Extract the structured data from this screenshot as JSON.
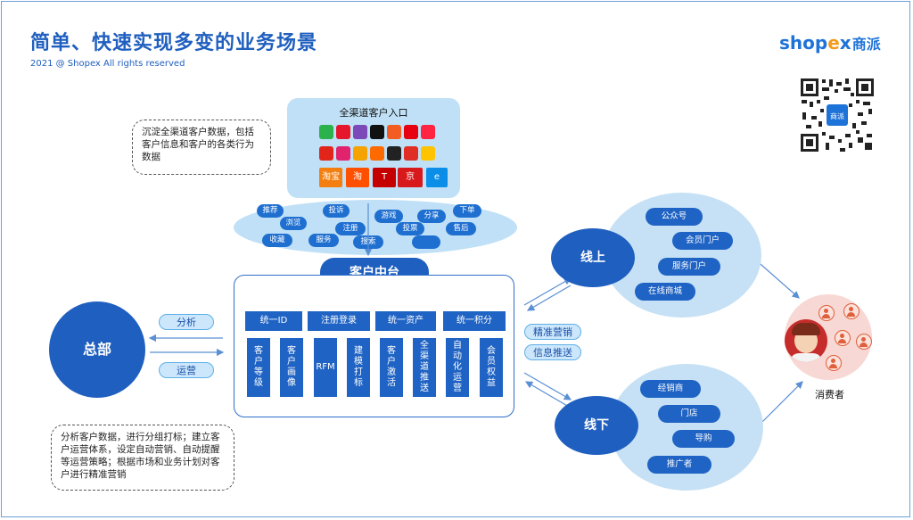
{
  "header": {
    "title": "简单、快速实现多变的业务场景",
    "copyright": "2021 @ Shopex All rights reserved",
    "logo_brand_a": "shop",
    "logo_brand_x": "e",
    "logo_brand_b": "x",
    "logo_cn": "商派",
    "qr_center_label": "商派"
  },
  "notes": {
    "top_note": "沉淀全渠道客户数据，包括客户信息和客户的各类行为数据",
    "bottom_note": "分析客户数据，进行分组打标；建立客户运营体系，设定自动营销、自动提醒等运营策略；根据市场和业务计划对客户进行精准营销"
  },
  "portal": {
    "title": "全渠道客户入口",
    "app_icons": [
      "wechat-icon",
      "weibo-icon",
      "miniprogram-icon",
      "douyin-icon",
      "kuaishou-icon",
      "toutiao-icon",
      "xiaohongshu-icon",
      "jd-icon",
      "vip-icon",
      "suning-icon",
      "alibaba-icon",
      "amazon-icon",
      "pinduoduo-icon",
      "meituan-icon"
    ],
    "app_colors": [
      "#2bb24c",
      "#e6162d",
      "#7b4ab8",
      "#111111",
      "#f45d22",
      "#e60012",
      "#ff2442",
      "#e1251b",
      "#e0236c",
      "#f5a300",
      "#ff6a00",
      "#222222",
      "#e02e24",
      "#ffc300"
    ],
    "tiles": [
      {
        "icon": "taobao-huodong-icon",
        "color": "#f47f10",
        "text": "淘宝"
      },
      {
        "icon": "taobao-icon",
        "color": "#ff5000",
        "text": "淘"
      },
      {
        "icon": "tmall-icon",
        "color": "#c40000",
        "text": "T"
      },
      {
        "icon": "jd-store-icon",
        "color": "#d7191c",
        "text": "京"
      },
      {
        "icon": "eleme-icon",
        "color": "#0a8ee8",
        "text": "e"
      }
    ]
  },
  "behaviors": [
    "推荐",
    "投诉",
    "下单",
    "浏览",
    "游戏",
    "分享",
    "注册",
    "收藏",
    "服务",
    "投票",
    "售后",
    "搜索",
    ""
  ],
  "platform": {
    "title": "客户中台",
    "top_bars": [
      "统一ID",
      "注册登录",
      "统一资产",
      "统一积分"
    ],
    "modules": [
      "客户等级",
      "客户画像",
      "RFM",
      "建模打标",
      "客户激活",
      "全渠道推送",
      "自动化运营",
      "会员权益"
    ]
  },
  "hq": {
    "label": "总部",
    "arrow_top": "分析",
    "arrow_bottom": "运营"
  },
  "middle_tags": [
    "精准营销",
    "信息推送"
  ],
  "online": {
    "label": "线上",
    "items": [
      "公众号",
      "会员门户",
      "服务门户",
      "在线商城"
    ]
  },
  "offline": {
    "label": "线下",
    "items": [
      "经销商",
      "门店",
      "导购",
      "推广者"
    ]
  },
  "consumer": {
    "label": "消费者",
    "person_icon": "person-icon",
    "avatar_icon": "woman-avatar-icon"
  },
  "colors": {
    "primary": "#1f5fbf",
    "light_blue": "#c6e1f5",
    "tag_fill": "#cce7fb",
    "accent_orange": "#f29b1d"
  }
}
